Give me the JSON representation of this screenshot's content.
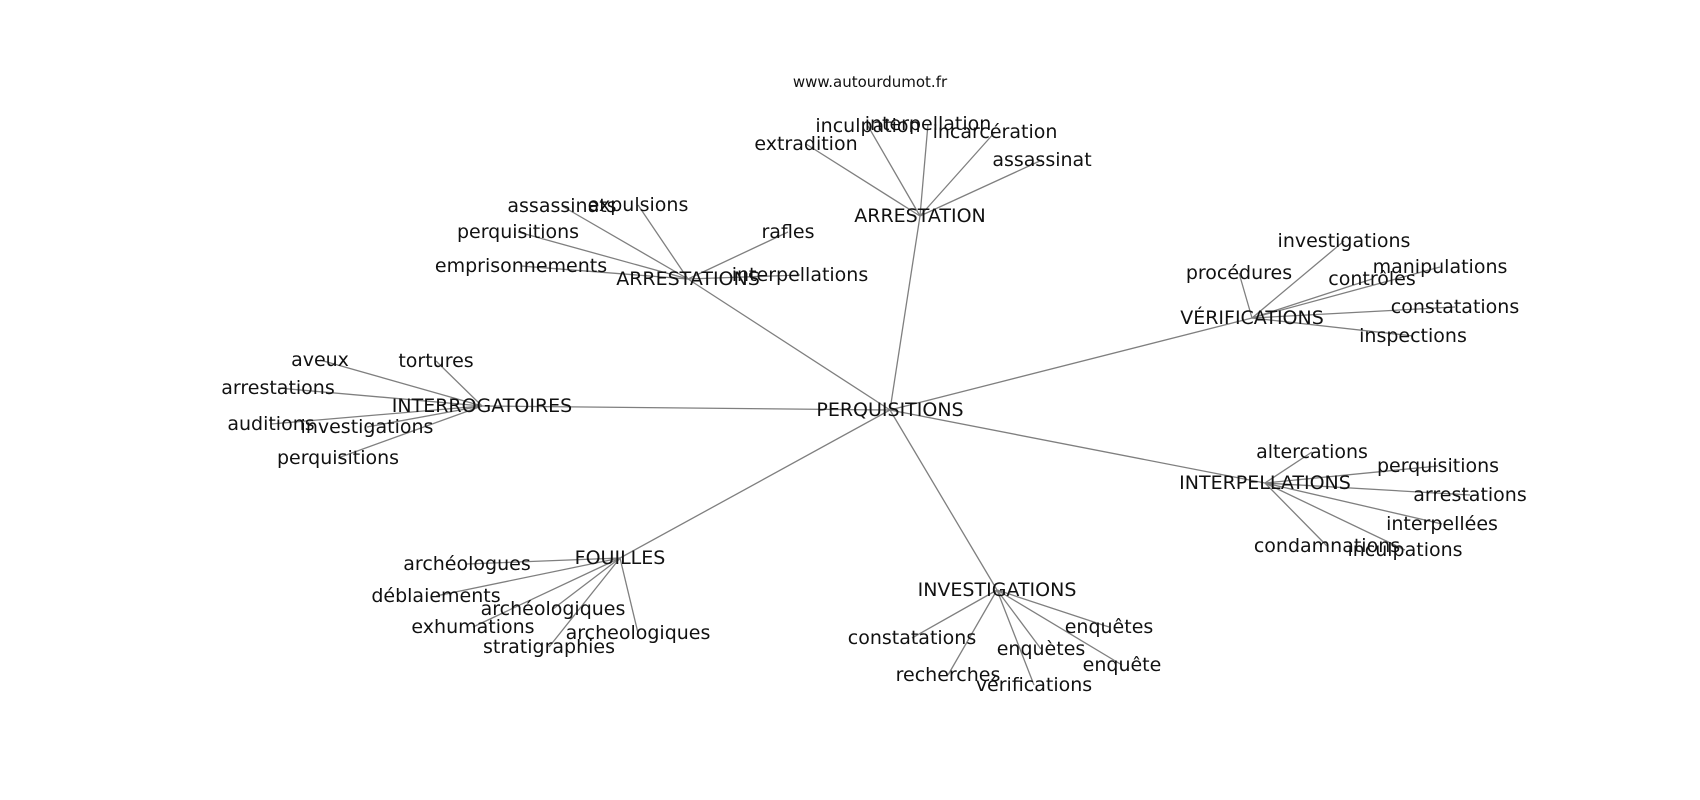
{
  "source": "www.autourdumot.fr",
  "center": "PERQUISITIONS",
  "clusters": [
    {
      "id": "arrestation",
      "label": "ARRESTATION",
      "words": [
        "extradition",
        "inculpation",
        "interpellation",
        "incarcération",
        "assassinat"
      ]
    },
    {
      "id": "arrestations",
      "label": "ARRESTATIONS",
      "words": [
        "assassinats",
        "expulsions",
        "perquisitions",
        "emprisonnements",
        "rafles",
        "interpellations"
      ]
    },
    {
      "id": "verifications",
      "label": "VÉRIFICATIONS",
      "words": [
        "investigations",
        "procédures",
        "manipulations",
        "contrôles",
        "constatations",
        "inspections"
      ]
    },
    {
      "id": "interrogatoires",
      "label": "INTERROGATOIRES",
      "words": [
        "aveux",
        "tortures",
        "arrestations",
        "auditions",
        "investigations",
        "perquisitions"
      ]
    },
    {
      "id": "interpellations",
      "label": "INTERPELLATIONS",
      "words": [
        "altercations",
        "perquisitions",
        "arrestations",
        "interpellées",
        "condamnations",
        "inculpations"
      ]
    },
    {
      "id": "fouilles",
      "label": "FOUILLES",
      "words": [
        "archéologues",
        "déblaiements",
        "archéologiques",
        "exhumations",
        "archeologiques",
        "stratigraphies"
      ]
    },
    {
      "id": "investigations",
      "label": "INVESTIGATIONS",
      "words": [
        "constatations",
        "enquêtes",
        "enquètes",
        "enquête",
        "recherches",
        "vérifications"
      ]
    }
  ]
}
